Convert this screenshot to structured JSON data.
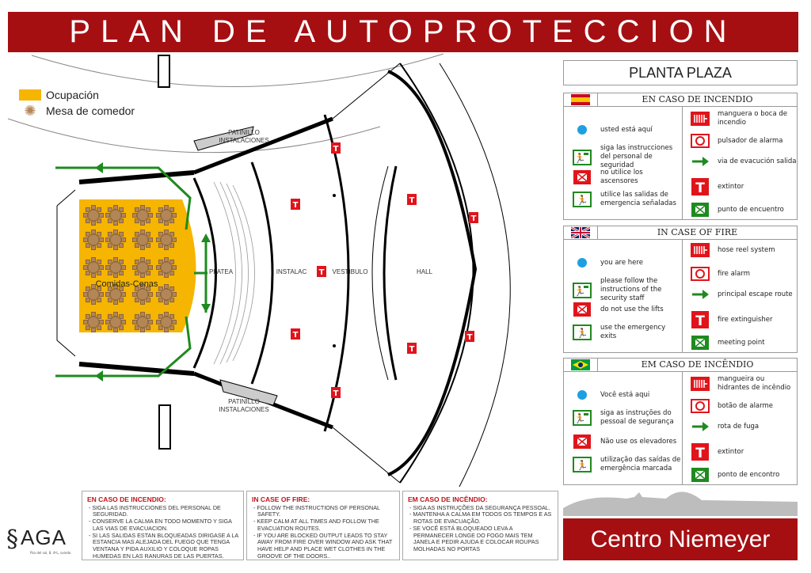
{
  "title": "PLAN DE AUTOPROTECCION",
  "legend": {
    "occupation": "Ocupación",
    "table": "Mesa de comedor"
  },
  "plan_labels": {
    "patinillo_top_1": "PATINILLO",
    "patinillo_top_2": "INSTALACIONES",
    "patinillo_bottom_1": "PATINILLO",
    "patinillo_bottom_2": "INSTALACIONES",
    "room": "Comidas-Cenas",
    "platea": "PLATEA",
    "instalac": "INSTALAC",
    "vestibulo": "VESTIBULO",
    "hall": "HALL"
  },
  "planta": "PLANTA PLAZA",
  "panels": [
    {
      "flag": "spain",
      "title": "EN CASO DE INCENDIO",
      "left": [
        "usted está aquí",
        "siga las instrucciones del personal de seguridad",
        "no utilice los ascensores",
        "utilice las salidas de emergencia señaladas"
      ],
      "right": [
        "manguera o boca de incendio",
        "pulsador de alarma",
        "via de evacución salida",
        "extintor",
        "punto de encuentro"
      ]
    },
    {
      "flag": "uk",
      "title": "IN CASE OF FIRE",
      "left": [
        "you are here",
        "please follow the instructions of the security staff",
        "do not use the lifts",
        "use the emergency exits"
      ],
      "right": [
        "hose reel system",
        "fire alarm",
        "principal escape route",
        "fire extinguisher",
        "meeting point"
      ]
    },
    {
      "flag": "brazil",
      "title": "EM CASO DE INCÊNDIO",
      "left": [
        "Você está aqui",
        "siga as instruções do pessoal de segurança",
        "Não use os elevadores",
        "utilização das saídas de emergência marcada"
      ],
      "right": [
        "mangueira ou hidrantes de incêndio",
        "botão de alarme",
        "rota de fuga",
        "extintor",
        "ponto de encontro"
      ]
    }
  ],
  "notes": [
    {
      "title": "EN CASO DE INCENDIO:",
      "items": [
        "- SIGA LAS INSTRUCCIONES DEL PERSONAL DE SEGURIDAD.",
        "- CONSERVE LA CALMA EN TODO MOMENTO Y SIGA LAS VIAS DE EVACUACION.",
        "- SI LAS  SALIDAS ESTAN BLOQUEADAS DIRIGASE A LA ESTANCIA MAS ALEJADA DEL FUEGO QUE TENGA VENTANA Y PIDA AUXILIO Y COLOQUE ROPAS HUMEDAS EN LAS RANURAS DE LAS PUERTAS."
      ]
    },
    {
      "title": "IN CASE OF FIRE:",
      "items": [
        "- FOLLOW THE INSTRUCTIONS OF PERSONAL SAFETY.",
        "- KEEP CALM AT ALL TIMES AND FOLLOW THE EVACUATION ROUTES.",
        "- IF YOU ARE BLOCKED OUTPUT LEADS TO STAY AWAY FROM FIRE OVER WINDOW AND ASK THAT HAVE HELP AND PLACE WET CLOTHES IN THE GROOVE OF THE DOORS.."
      ]
    },
    {
      "title": "EM CASO DE INCÊNDIO:",
      "items": [
        "- SIGA AS INSTRUÇÕES DA SEGURANÇA PESSOAL.",
        "- MANTENHA A CALMA EM TODOS OS TEMPOS E AS ROTAS DE EVACUAÇÃO.",
        "- SE VOCÊ ESTÁ BLOQUEADO LEVA A PERMANECER LONGE DO FOGO MAIS TEM JANELA E PEDIR AJUDA E COLOCAR ROUPAS MOLHADAS NO PORTAS"
      ]
    }
  ],
  "logo": {
    "name": "AGA",
    "address": "Pza del sol, 8, 4ºL, oviedo"
  },
  "brand": "Centro Niemeyer",
  "colors": {
    "brand_red": "#a50f12",
    "occupation": "#f6b500",
    "exit_green": "#1f8a1f",
    "fire_red": "#e0141b",
    "you_are_here": "#1ea0e0"
  }
}
